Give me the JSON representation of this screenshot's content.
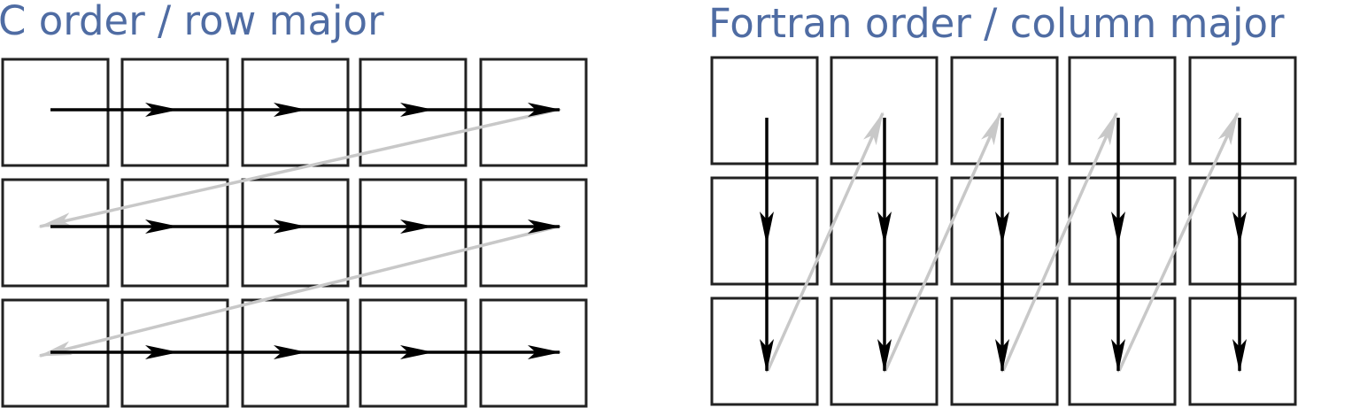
{
  "titles": {
    "left": "C order / row major",
    "right": "Fortran order / column major"
  },
  "grid": {
    "rows": 3,
    "cols": 5
  },
  "colors": {
    "title": "#4f6ca3",
    "cell_border": "#222222",
    "traversal_arrow": "#000000",
    "return_arrow": "#c8c8c8"
  }
}
